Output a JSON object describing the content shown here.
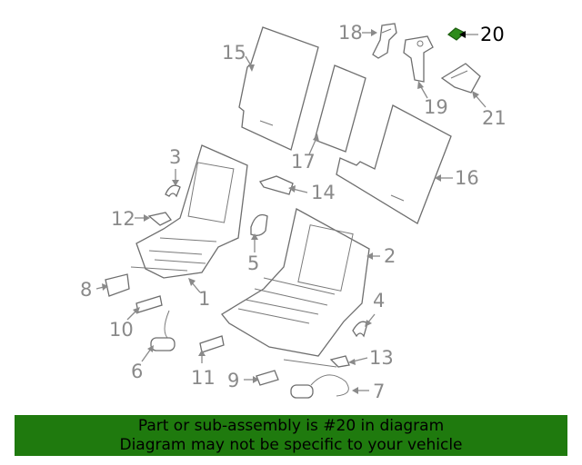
{
  "callouts": {
    "c1": "1",
    "c2": "2",
    "c3": "3",
    "c4": "4",
    "c5": "5",
    "c6": "6",
    "c7": "7",
    "c8": "8",
    "c9": "9",
    "c10": "10",
    "c11": "11",
    "c12": "12",
    "c13": "13",
    "c14": "14",
    "c15": "15",
    "c16": "16",
    "c17": "17",
    "c18": "18",
    "c19": "19",
    "c20": "20",
    "c21": "21"
  },
  "highlight": {
    "part_number": "20",
    "color": "#2e8b1a"
  },
  "footer": {
    "line1": "Part or sub-assembly is #20 in diagram",
    "line2": "Diagram may not be specific to your vehicle",
    "background": "#1f7a0e"
  }
}
